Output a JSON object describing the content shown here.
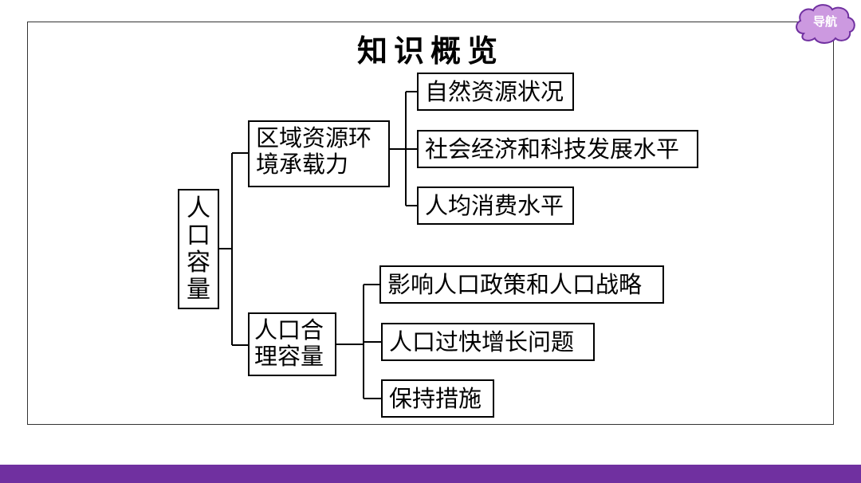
{
  "title": "知识概览",
  "nav_button": {
    "label": "导航",
    "fill": "#cc99e0",
    "stroke": "#7030a0"
  },
  "bottom_bar_color": "#7030a0",
  "diagram": {
    "root": "人口容量",
    "branches": [
      {
        "label": "区域资源环境承载力",
        "children": [
          "自然资源状况",
          "社会经济和科技发展水平",
          "人均消费水平"
        ]
      },
      {
        "label": "人口合理容量",
        "children": [
          "影响人口政策和人口战略",
          "人口过快增长问题",
          "保持措施"
        ]
      }
    ]
  }
}
